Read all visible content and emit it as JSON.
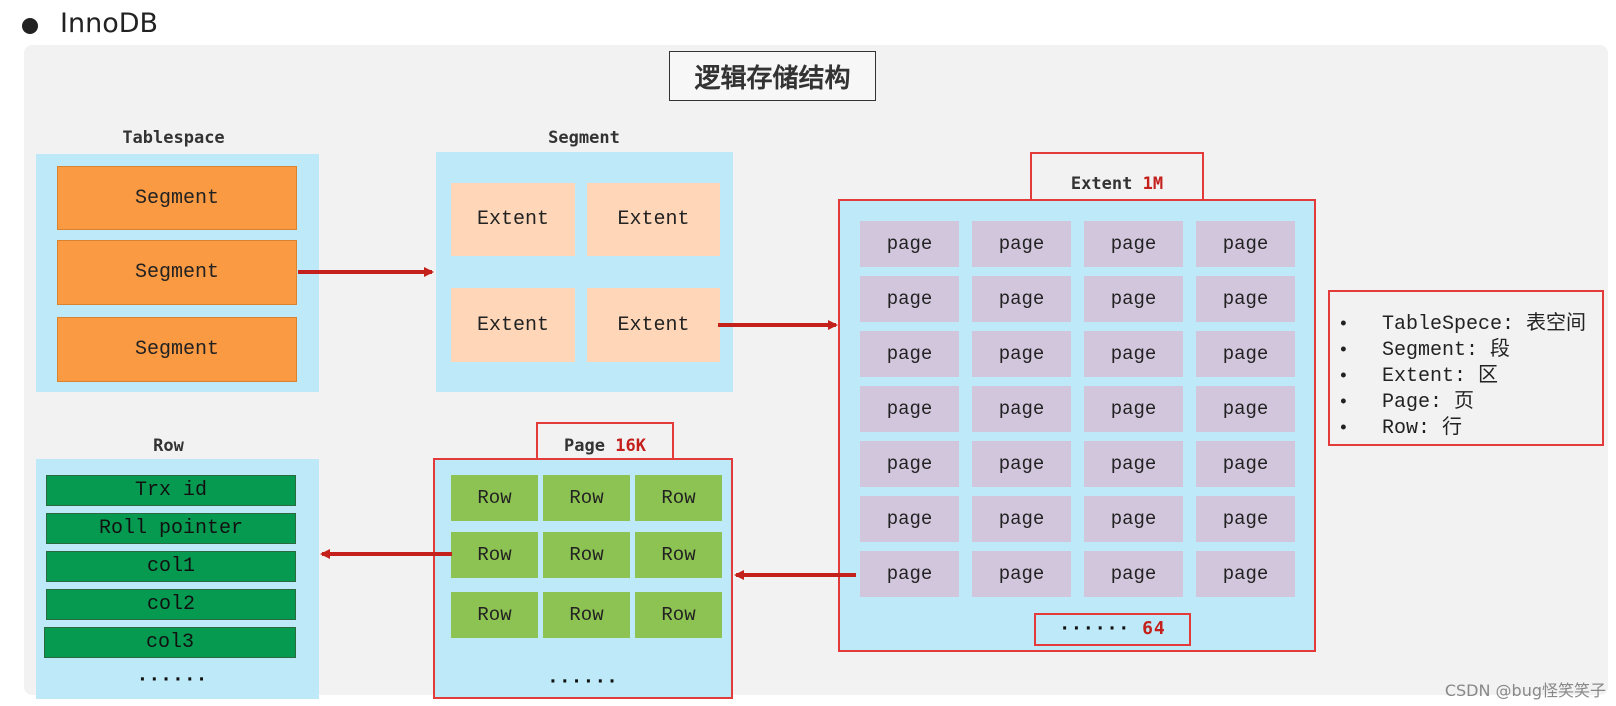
{
  "heading": "InnoDB",
  "title": "逻辑存储结构",
  "tablespace": {
    "label": "Tablespace",
    "segments": [
      "Segment",
      "Segment",
      "Segment"
    ]
  },
  "segment": {
    "label": "Segment",
    "extents": [
      "Extent",
      "Extent",
      "Extent",
      "Extent"
    ]
  },
  "extent": {
    "label": "Extent",
    "size": "1M",
    "page_label": "page",
    "rows": 7,
    "cols": 4,
    "footer_dots": "······",
    "footer_count": "64"
  },
  "page": {
    "label": "Page",
    "size": "16K",
    "row_label": "Row",
    "footer_dots": "······"
  },
  "row": {
    "label": "Row",
    "fields": [
      "Trx id",
      "Roll pointer",
      "col1",
      "col2",
      "col3"
    ],
    "footer_dots": "······"
  },
  "legend": {
    "bullet": "•",
    "items": [
      "TableSpece: 表空间",
      "Segment: 段",
      "Extent: 区",
      "Page: 页",
      "Row: 行"
    ]
  },
  "colors": {
    "segment": "#fa9a43",
    "extent": "#ffd7b8",
    "page": "#d2c6dd",
    "row": "#8dc352",
    "field": "#069a51",
    "container": "#bde9f8",
    "highlight": "#e33a3a",
    "arrow": "#c4201c"
  },
  "watermark": "CSDN @bug怪笑笑子"
}
